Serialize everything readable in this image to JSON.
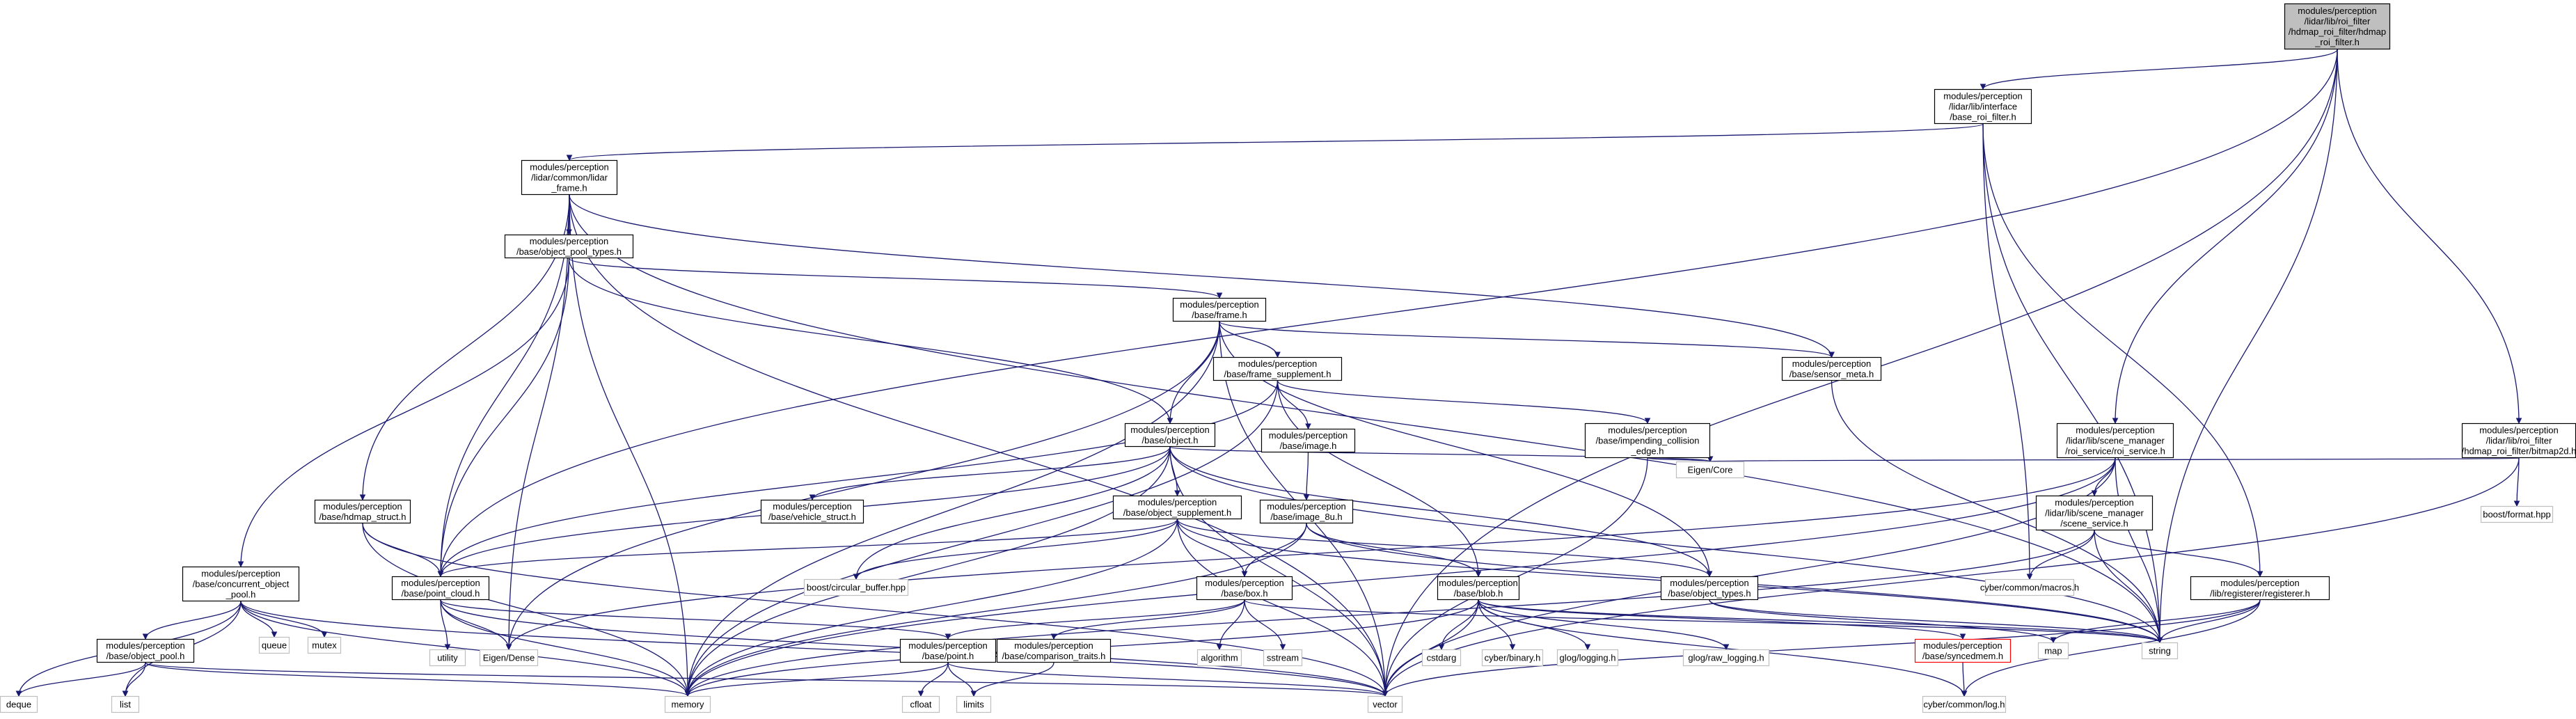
{
  "colors": {
    "edge": "#191970",
    "root_fill": "#bfbfbf",
    "external_border": "#bfbfbf",
    "missing_border": "#ff0000"
  },
  "nodes": [
    {
      "id": "root",
      "kind": "root",
      "lines": [
        "modules/perception",
        "/lidar/lib/roi_filter",
        "/hdmap_roi_filter/hdmap",
        "_roi_filter.h"
      ]
    },
    {
      "id": "base_roi_filter",
      "kind": "normal",
      "lines": [
        "modules/perception",
        "/lidar/lib/interface",
        "/base_roi_filter.h"
      ]
    },
    {
      "id": "lidar_frame",
      "kind": "normal",
      "lines": [
        "modules/perception",
        "/lidar/common/lidar",
        "_frame.h"
      ]
    },
    {
      "id": "object_pool_types",
      "kind": "normal",
      "lines": [
        "modules/perception",
        "/base/object_pool_types.h"
      ]
    },
    {
      "id": "frame",
      "kind": "normal",
      "lines": [
        "modules/perception",
        "/base/frame.h"
      ]
    },
    {
      "id": "frame_supplement",
      "kind": "normal",
      "lines": [
        "modules/perception",
        "/base/frame_supplement.h"
      ]
    },
    {
      "id": "sensor_meta",
      "kind": "normal",
      "lines": [
        "modules/perception",
        "/base/sensor_meta.h"
      ]
    },
    {
      "id": "roi_service",
      "kind": "normal",
      "lines": [
        "modules/perception",
        "/lidar/lib/scene_manager",
        "/roi_service/roi_service.h"
      ]
    },
    {
      "id": "bitmap2d",
      "kind": "normal",
      "lines": [
        "modules/perception",
        "/lidar/lib/roi_filter",
        "/hdmap_roi_filter/bitmap2d.h"
      ]
    },
    {
      "id": "base_object",
      "kind": "normal",
      "lines": [
        "modules/perception",
        "/base/object.h"
      ]
    },
    {
      "id": "base_image",
      "kind": "normal",
      "lines": [
        "modules/perception",
        "/base/image.h"
      ]
    },
    {
      "id": "impending",
      "kind": "normal",
      "lines": [
        "modules/perception",
        "/base/impending_collision",
        "_edge.h"
      ]
    },
    {
      "id": "eigen_core",
      "kind": "ext",
      "lines": [
        "Eigen/Core"
      ]
    },
    {
      "id": "boost_format",
      "kind": "ext",
      "lines": [
        "boost/format.hpp"
      ]
    },
    {
      "id": "hdmap_struct",
      "kind": "normal",
      "lines": [
        "modules/perception",
        "/base/hdmap_struct.h"
      ]
    },
    {
      "id": "vehicle_struct",
      "kind": "normal",
      "lines": [
        "modules/perception",
        "/base/vehicle_struct.h"
      ]
    },
    {
      "id": "object_supplement",
      "kind": "normal",
      "lines": [
        "modules/perception",
        "/base/object_supplement.h"
      ]
    },
    {
      "id": "image_8u",
      "kind": "normal",
      "lines": [
        "modules/perception",
        "/base/image_8u.h"
      ]
    },
    {
      "id": "scene_service",
      "kind": "normal",
      "lines": [
        "modules/perception",
        "/lidar/lib/scene_manager",
        "/scene_service.h"
      ]
    },
    {
      "id": "concurrent_pool",
      "kind": "normal",
      "lines": [
        "modules/perception",
        "/base/concurrent_object",
        "_pool.h"
      ]
    },
    {
      "id": "point_cloud",
      "kind": "normal",
      "lines": [
        "modules/perception",
        "/base/point_cloud.h"
      ]
    },
    {
      "id": "circular_buffer",
      "kind": "ext",
      "lines": [
        "boost/circular_buffer.hpp"
      ]
    },
    {
      "id": "base_box",
      "kind": "normal",
      "lines": [
        "modules/perception",
        "/base/box.h"
      ]
    },
    {
      "id": "base_blob",
      "kind": "normal",
      "lines": [
        "modules/perception",
        "/base/blob.h"
      ]
    },
    {
      "id": "object_types",
      "kind": "normal",
      "lines": [
        "modules/perception",
        "/base/object_types.h"
      ]
    },
    {
      "id": "cyber_macros",
      "kind": "ext",
      "lines": [
        "cyber/common/macros.h"
      ]
    },
    {
      "id": "registerer",
      "kind": "normal",
      "lines": [
        "modules/perception",
        "/lib/registerer/registerer.h"
      ]
    },
    {
      "id": "queue",
      "kind": "ext",
      "lines": [
        "queue"
      ]
    },
    {
      "id": "mutex",
      "kind": "ext",
      "lines": [
        "mutex"
      ]
    },
    {
      "id": "utility",
      "kind": "ext",
      "lines": [
        "utility"
      ]
    },
    {
      "id": "eigen_dense",
      "kind": "ext",
      "lines": [
        "Eigen/Dense"
      ]
    },
    {
      "id": "algorithm",
      "kind": "ext",
      "lines": [
        "algorithm"
      ]
    },
    {
      "id": "sstream",
      "kind": "ext",
      "lines": [
        "sstream"
      ]
    },
    {
      "id": "cstdarg",
      "kind": "ext",
      "lines": [
        "cstdarg"
      ]
    },
    {
      "id": "cyber_binary",
      "kind": "ext",
      "lines": [
        "cyber/binary.h"
      ]
    },
    {
      "id": "glog_logging",
      "kind": "ext",
      "lines": [
        "glog/logging.h"
      ]
    },
    {
      "id": "glog_raw",
      "kind": "ext",
      "lines": [
        "glog/raw_logging.h"
      ]
    },
    {
      "id": "syncedmem",
      "kind": "red",
      "lines": [
        "modules/perception",
        "/base/syncedmem.h"
      ]
    },
    {
      "id": "map",
      "kind": "ext",
      "lines": [
        "map"
      ]
    },
    {
      "id": "string",
      "kind": "ext",
      "lines": [
        "string"
      ]
    },
    {
      "id": "object_pool",
      "kind": "normal",
      "lines": [
        "modules/perception",
        "/base/object_pool.h"
      ]
    },
    {
      "id": "base_point",
      "kind": "normal",
      "lines": [
        "modules/perception",
        "/base/point.h"
      ]
    },
    {
      "id": "comparison_traits",
      "kind": "normal",
      "lines": [
        "modules/perception",
        "/base/comparison_traits.h"
      ]
    },
    {
      "id": "deque",
      "kind": "ext",
      "lines": [
        "deque"
      ]
    },
    {
      "id": "list",
      "kind": "ext",
      "lines": [
        "list"
      ]
    },
    {
      "id": "memory",
      "kind": "ext",
      "lines": [
        "memory"
      ]
    },
    {
      "id": "cfloat",
      "kind": "ext",
      "lines": [
        "cfloat"
      ]
    },
    {
      "id": "limits",
      "kind": "ext",
      "lines": [
        "limits"
      ]
    },
    {
      "id": "vector",
      "kind": "ext",
      "lines": [
        "vector"
      ]
    },
    {
      "id": "cyber_log",
      "kind": "ext",
      "lines": [
        "cyber/common/log.h"
      ]
    }
  ],
  "edges": [
    [
      "root",
      "base_roi_filter"
    ],
    [
      "root",
      "point_cloud"
    ],
    [
      "root",
      "roi_service"
    ],
    [
      "root",
      "bitmap2d"
    ],
    [
      "root",
      "string"
    ],
    [
      "root",
      "vector"
    ],
    [
      "base_roi_filter",
      "lidar_frame"
    ],
    [
      "base_roi_filter",
      "cyber_macros"
    ],
    [
      "base_roi_filter",
      "registerer"
    ],
    [
      "base_roi_filter",
      "string"
    ],
    [
      "lidar_frame",
      "object_pool_types"
    ],
    [
      "lidar_frame",
      "sensor_meta"
    ],
    [
      "lidar_frame",
      "hdmap_struct"
    ],
    [
      "lidar_frame",
      "point_cloud"
    ],
    [
      "lidar_frame",
      "eigen_dense"
    ],
    [
      "lidar_frame",
      "memory"
    ],
    [
      "lidar_frame",
      "string"
    ],
    [
      "lidar_frame",
      "vector"
    ],
    [
      "object_pool_types",
      "frame"
    ],
    [
      "object_pool_types",
      "base_object"
    ],
    [
      "object_pool_types",
      "concurrent_pool"
    ],
    [
      "object_pool_types",
      "point_cloud"
    ],
    [
      "frame",
      "frame_supplement"
    ],
    [
      "frame",
      "sensor_meta"
    ],
    [
      "frame",
      "base_object"
    ],
    [
      "frame",
      "object_types"
    ],
    [
      "frame",
      "eigen_dense"
    ],
    [
      "frame",
      "memory"
    ],
    [
      "frame",
      "vector"
    ],
    [
      "frame_supplement",
      "base_image"
    ],
    [
      "frame_supplement",
      "impending"
    ],
    [
      "frame_supplement",
      "base_blob"
    ],
    [
      "frame_supplement",
      "point_cloud"
    ],
    [
      "frame_supplement",
      "memory"
    ],
    [
      "sensor_meta",
      "string"
    ],
    [
      "roi_service",
      "scene_service"
    ],
    [
      "roi_service",
      "eigen_dense"
    ],
    [
      "roi_service",
      "memory"
    ],
    [
      "roi_service",
      "string"
    ],
    [
      "roi_service",
      "vector"
    ],
    [
      "bitmap2d",
      "eigen_core"
    ],
    [
      "bitmap2d",
      "boost_format"
    ],
    [
      "bitmap2d",
      "vector"
    ],
    [
      "base_object",
      "vehicle_struct"
    ],
    [
      "base_object",
      "object_supplement"
    ],
    [
      "base_object",
      "circular_buffer"
    ],
    [
      "base_object",
      "eigen_core"
    ],
    [
      "base_object",
      "object_types"
    ],
    [
      "base_object",
      "point_cloud"
    ],
    [
      "base_object",
      "memory"
    ],
    [
      "base_object",
      "string"
    ],
    [
      "base_object",
      "vector"
    ],
    [
      "base_image",
      "image_8u"
    ],
    [
      "impending",
      "eigen_core"
    ],
    [
      "impending",
      "vector"
    ],
    [
      "hdmap_struct",
      "point_cloud"
    ],
    [
      "hdmap_struct",
      "memory"
    ],
    [
      "hdmap_struct",
      "vector"
    ],
    [
      "object_supplement",
      "base_box"
    ],
    [
      "object_supplement",
      "circular_buffer"
    ],
    [
      "object_supplement",
      "object_types"
    ],
    [
      "object_supplement",
      "point_cloud"
    ],
    [
      "object_supplement",
      "memory"
    ],
    [
      "object_supplement",
      "string"
    ],
    [
      "object_supplement",
      "vector"
    ],
    [
      "image_8u",
      "base_box"
    ],
    [
      "image_8u",
      "base_blob"
    ],
    [
      "image_8u",
      "memory"
    ],
    [
      "image_8u",
      "string"
    ],
    [
      "scene_service",
      "cyber_macros"
    ],
    [
      "scene_service",
      "registerer"
    ],
    [
      "scene_service",
      "string"
    ],
    [
      "scene_service",
      "memory"
    ],
    [
      "concurrent_pool",
      "object_pool"
    ],
    [
      "concurrent_pool",
      "queue"
    ],
    [
      "concurrent_pool",
      "mutex"
    ],
    [
      "concurrent_pool",
      "deque"
    ],
    [
      "concurrent_pool",
      "list"
    ],
    [
      "concurrent_pool",
      "memory"
    ],
    [
      "concurrent_pool",
      "vector"
    ],
    [
      "point_cloud",
      "base_point"
    ],
    [
      "point_cloud",
      "utility"
    ],
    [
      "point_cloud",
      "eigen_dense"
    ],
    [
      "point_cloud",
      "memory"
    ],
    [
      "point_cloud",
      "vector"
    ],
    [
      "base_box",
      "base_point"
    ],
    [
      "base_box",
      "comparison_traits"
    ],
    [
      "base_box",
      "algorithm"
    ],
    [
      "base_box",
      "sstream"
    ],
    [
      "base_box",
      "string"
    ],
    [
      "base_blob",
      "syncedmem"
    ],
    [
      "base_blob",
      "cstdarg"
    ],
    [
      "base_blob",
      "cyber_binary"
    ],
    [
      "base_blob",
      "glog_logging"
    ],
    [
      "base_blob",
      "glog_raw"
    ],
    [
      "base_blob",
      "memory"
    ],
    [
      "base_blob",
      "vector"
    ],
    [
      "base_blob",
      "string"
    ],
    [
      "base_blob",
      "cyber_log"
    ],
    [
      "object_types",
      "map"
    ],
    [
      "object_types",
      "string"
    ],
    [
      "registerer",
      "map"
    ],
    [
      "registerer",
      "string"
    ],
    [
      "registerer",
      "vector"
    ],
    [
      "registerer",
      "cyber_log"
    ],
    [
      "syncedmem",
      "cyber_log"
    ],
    [
      "object_pool",
      "deque"
    ],
    [
      "object_pool",
      "list"
    ],
    [
      "object_pool",
      "memory"
    ],
    [
      "object_pool",
      "vector"
    ],
    [
      "base_point",
      "cfloat"
    ],
    [
      "base_point",
      "limits"
    ],
    [
      "base_point",
      "memory"
    ],
    [
      "base_point",
      "vector"
    ],
    [
      "comparison_traits",
      "limits"
    ]
  ]
}
